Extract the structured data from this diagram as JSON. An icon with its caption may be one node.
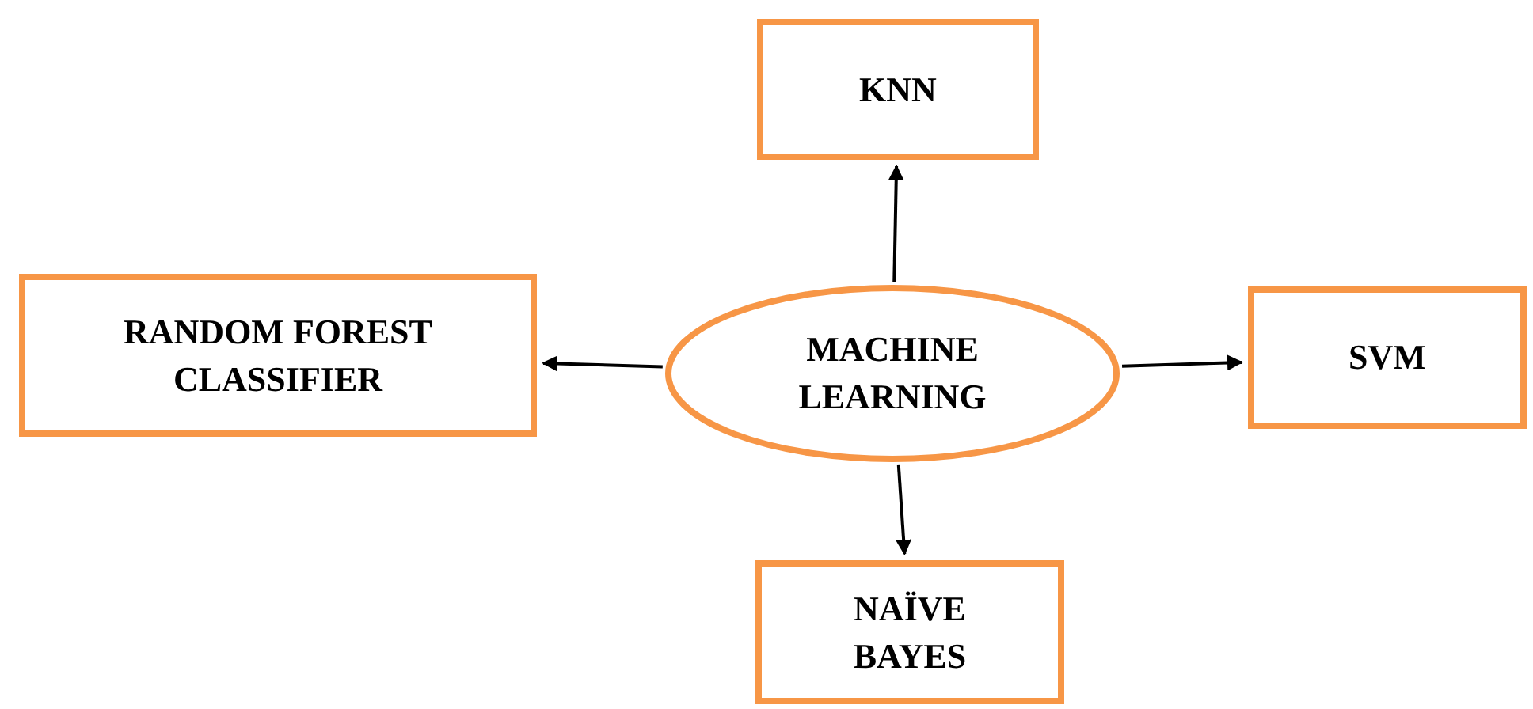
{
  "diagram": {
    "nodes": [
      {
        "text": [
          "KNN"
        ]
      },
      {
        "text": [
          "RANDOM FOREST CLASSIFIER"
        ]
      },
      {
        "text": [
          "MACHINE LEARNING"
        ]
      },
      {
        "text": [
          "SVM"
        ]
      },
      {
        "text": [
          "NAÏVE BAYES"
        ]
      }
    ],
    "edges": [
      {
        "from": 2,
        "to": 0,
        "arrow": "to"
      },
      {
        "from": 2,
        "to": 1,
        "arrow": "to"
      },
      {
        "from": 2,
        "to": 3,
        "arrow": "to"
      },
      {
        "from": 2,
        "to": 4,
        "arrow": "to"
      }
    ]
  }
}
